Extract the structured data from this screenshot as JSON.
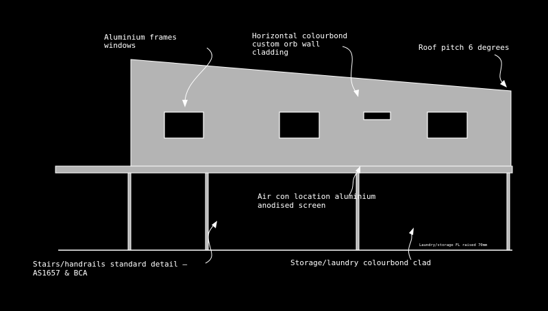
{
  "drawing": {
    "labels": {
      "windows": [
        "Aluminium frames",
        "windows"
      ],
      "cladding": [
        "Horizontal colourbond",
        "custom orb wall",
        "cladding"
      ],
      "roof": "Roof pitch 6 degrees",
      "aircon": [
        "Air con location aluminium",
        "anodised screen"
      ],
      "stairs": [
        "Stairs/handrails standard detail —",
        "AS1657 & BCA"
      ],
      "storage": "Storage/laundry colourbond clad",
      "floor_note": "Laundry/storage FL raised 70mm"
    },
    "colors": {
      "background": "#000000",
      "wall_fill": "#b4b4b4",
      "line": "#ffffff"
    }
  }
}
